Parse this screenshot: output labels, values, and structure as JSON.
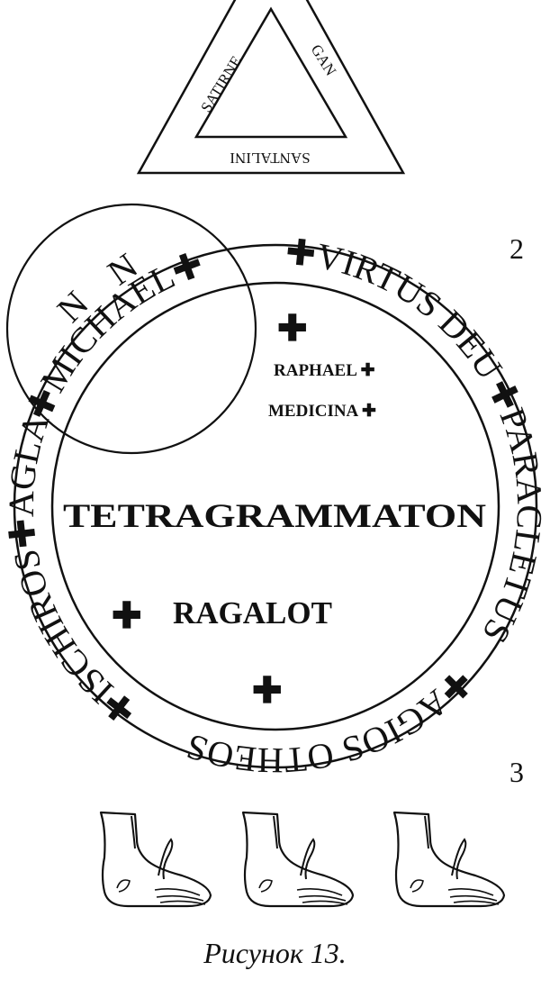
{
  "figure": {
    "triangle": {
      "left_side": "SATIRNE",
      "right_side": "GAN",
      "bottom_side": "SANTALINI"
    },
    "circle": {
      "label_number": "2",
      "ring": {
        "virtus_deu": "✚VIRTUS DEU",
        "paracletus": "✚PARACLETUS",
        "agios_otheos": "✚AGIOS OTHEOS",
        "ischiros": "✚ISCHIROS",
        "agla": "✚AGLA",
        "michael": "✚MICHAEL✚"
      },
      "small_circle": {
        "n_left": "N",
        "n_right": "N"
      },
      "inner": {
        "raphael": "RAPHAEL ✚",
        "medicina": "MEDICINA ✚",
        "tetragrammaton": "TETRAGRAMMATON",
        "ragalot": "RAGALOT",
        "cross_symbol": "✚"
      }
    },
    "feet": {
      "label_number": "3",
      "count": 3
    },
    "caption": "Рисунок 13."
  }
}
